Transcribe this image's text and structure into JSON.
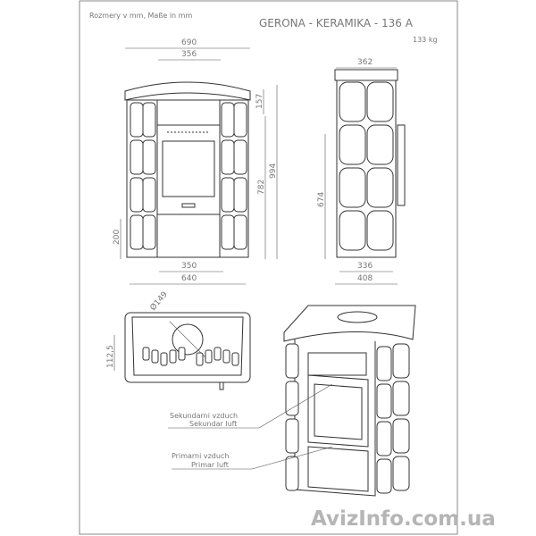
{
  "header": {
    "units_note": "Rozmery v mm, Maße in mm",
    "title": "GERONA - KERAMIKA - 136 A",
    "weight": "133 kg"
  },
  "front_view": {
    "width_total": "690",
    "width_top_inner": "356",
    "cap_height": "157",
    "height_total": "994",
    "height_body": "782",
    "base_height": "200",
    "width_bottom_inner": "350",
    "width_base": "640"
  },
  "side_view": {
    "depth_top": "362",
    "height_tiles": "674",
    "depth_bottom_inner": "336",
    "depth_base": "408"
  },
  "top_view": {
    "flue_diameter": "Ø149",
    "flue_offset": "112,5"
  },
  "perspective_view": {
    "secondary_air_cz": "Sekundarni vzduch",
    "secondary_air_de": "Sekundar luft",
    "primary_air_cz": "Primarni vzduch",
    "primary_air_de": "Primar luft"
  },
  "watermark": "AvizInfo.com.ua",
  "colors": {
    "line": "#333333",
    "text": "#777777",
    "frame": "#888888",
    "watermark": "#b5b5b5"
  }
}
